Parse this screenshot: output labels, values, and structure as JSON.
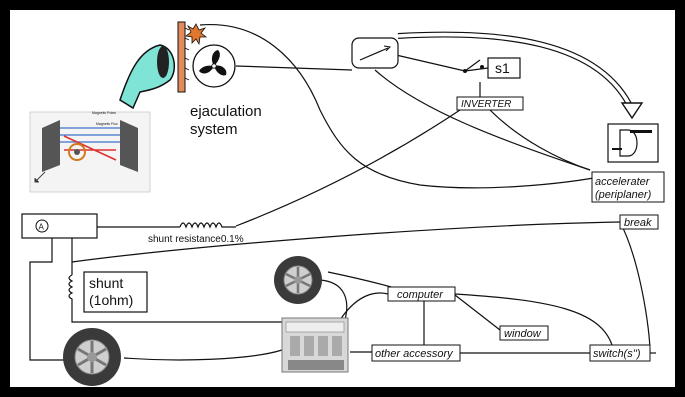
{
  "labels": {
    "system_line1": "ejaculation",
    "system_line2": "system",
    "s1": "s1",
    "inverter": "INVERTER",
    "accelerater_line1": "accelerater",
    "accelerater_line2": "(periplaner)",
    "break": "break",
    "shunt_resistance": "shunt resistance0.1%",
    "shunt_line1": "shunt",
    "shunt_line2": "(1ohm)",
    "computer": "computer",
    "window": "window",
    "other_accessory": "other accessory",
    "switch": "switch(s'')",
    "ammeter": "A"
  },
  "colors": {
    "line": "#111111",
    "wood": "#e58a5a",
    "funnel": "#7fe3d5",
    "tire": "#3a3a3a",
    "rim": "#cfcfcf"
  }
}
